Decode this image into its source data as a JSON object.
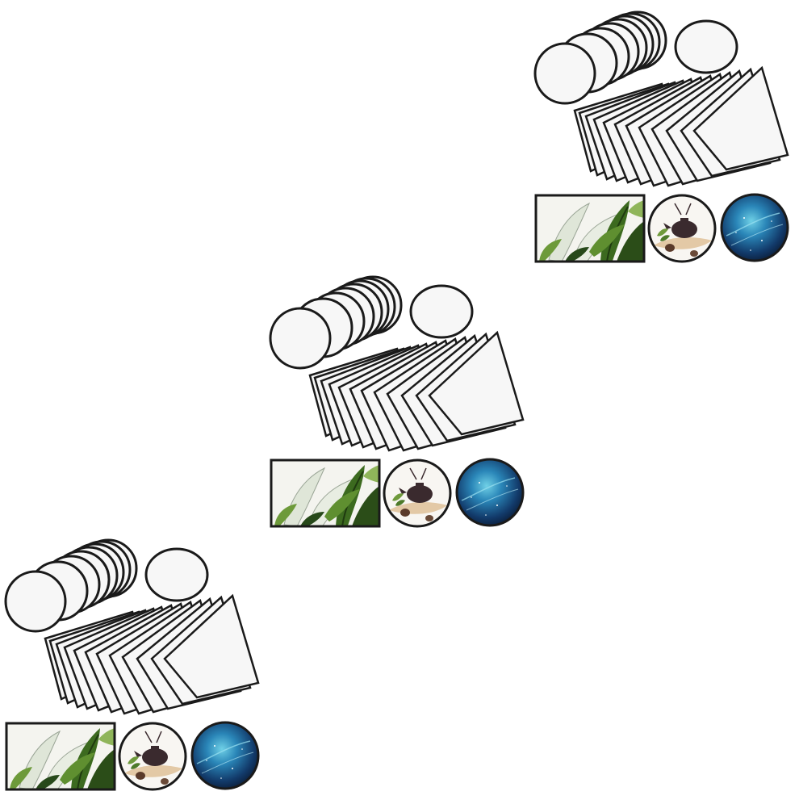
{
  "image": {
    "description_free": true,
    "sets": [
      {
        "id": "set-1"
      },
      {
        "id": "set-2"
      },
      {
        "id": "set-3"
      }
    ],
    "colors": {
      "outline": "#1a1a1a",
      "blank": "#f7f7f7",
      "leaf_dark": "#2f5a1c",
      "leaf_light": "#7aa84a",
      "teapot": "#3a2a2e",
      "galaxy_dark": "#0d2a4f",
      "galaxy_light": "#3aa0c8"
    }
  }
}
